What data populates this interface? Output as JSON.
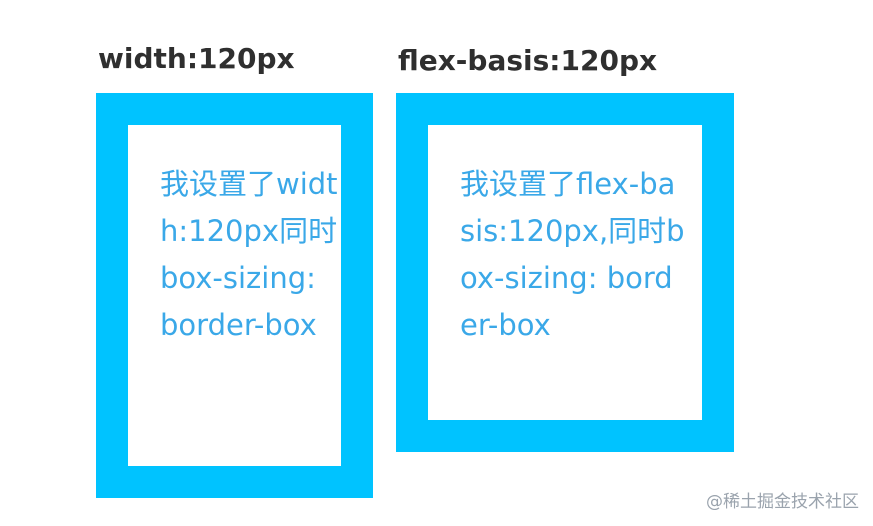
{
  "left_demo": {
    "title": "width:120px",
    "text": "我设置了width:120px同时box-sizing: border-box"
  },
  "right_demo": {
    "title": "flex-basis:120px",
    "text": "我设置了flex-basis:120px,同时box-sizing: border-box"
  },
  "watermark": "@稀土掘金技术社区",
  "colors": {
    "border": "#00c3ff",
    "text": "#3aa8e8",
    "title": "#2f2f2f",
    "watermark": "#9aa3ad"
  }
}
